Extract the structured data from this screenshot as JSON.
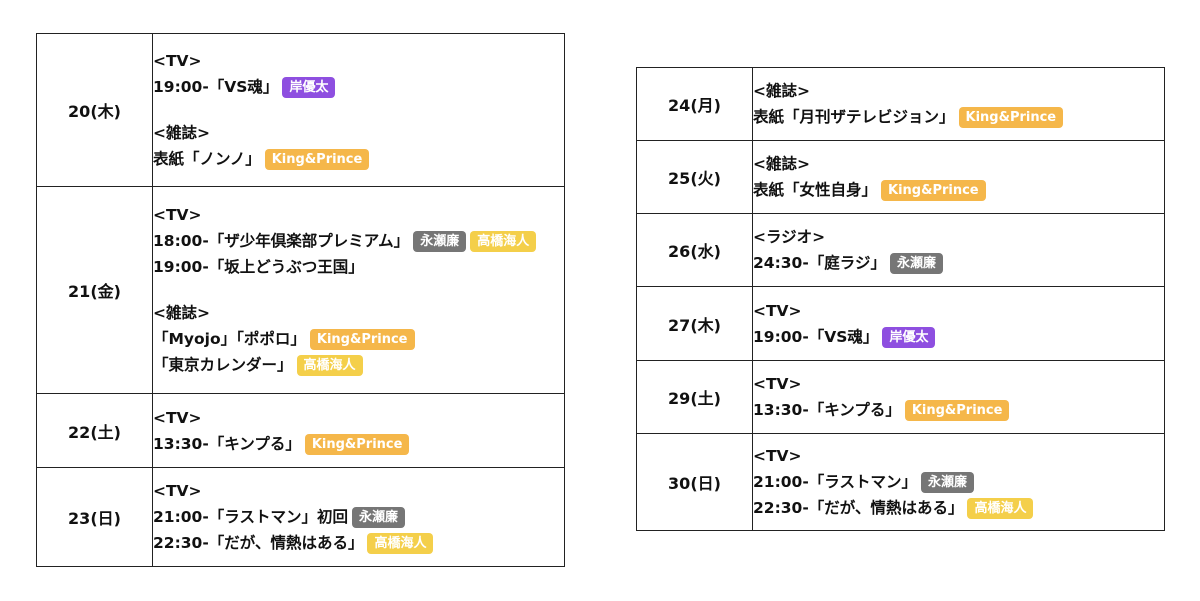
{
  "colors": {
    "King&Prince": "#f5b74a",
    "岸優太": "#8e4fe0",
    "永瀬廉": "#767676",
    "高橋海人": "#f4cf4a"
  },
  "left_table": [
    {
      "date": "20(木)",
      "lines": [
        {
          "text": "<TV>"
        },
        {
          "text": "19:00-「VS魂」",
          "badge": "岸優太"
        },
        {
          "gap": true
        },
        {
          "text": "<雑誌>"
        },
        {
          "text": "表紙「ノンノ」",
          "badge": "King&Prince"
        }
      ]
    },
    {
      "date": "21(金)",
      "lines": [
        {
          "text": "<TV>"
        },
        {
          "text": "18:00-「ザ少年倶楽部プレミアム」",
          "badge": "永瀬廉",
          "badge2": "高橋海人"
        },
        {
          "text": "19:00-「坂上どうぶつ王国」"
        },
        {
          "gap": true
        },
        {
          "text": "<雑誌>"
        },
        {
          "text": "「Myojo」「ポポロ」",
          "badge": "King&Prince"
        },
        {
          "text": "「東京カレンダー」",
          "badge": "高橋海人"
        }
      ]
    },
    {
      "date": "22(土)",
      "lines": [
        {
          "text": "<TV>"
        },
        {
          "text": "13:30-「キンプる」",
          "badge": "King&Prince"
        }
      ]
    },
    {
      "date": "23(日)",
      "lines": [
        {
          "text": "<TV>"
        },
        {
          "text": "21:00-「ラストマン」初回",
          "badge": "永瀬廉"
        },
        {
          "text": "22:30-「だが、情熱はある」",
          "badge": "高橋海人"
        }
      ]
    }
  ],
  "right_table": [
    {
      "date": "24(月)",
      "lines": [
        {
          "text": "<雑誌>"
        },
        {
          "text": "表紙「月刊ザテレビジョン」",
          "badge": "King&Prince"
        }
      ]
    },
    {
      "date": "25(火)",
      "lines": [
        {
          "text": "<雑誌>"
        },
        {
          "text": "表紙「女性自身」",
          "badge": "King&Prince"
        }
      ]
    },
    {
      "date": "26(水)",
      "lines": [
        {
          "text": "<ラジオ>"
        },
        {
          "text": "24:30-「庭ラジ」",
          "badge": "永瀬廉"
        }
      ]
    },
    {
      "date": "27(木)",
      "lines": [
        {
          "text": "<TV>"
        },
        {
          "text": "19:00-「VS魂」",
          "badge": "岸優太"
        }
      ]
    },
    {
      "date": "29(土)",
      "lines": [
        {
          "text": "<TV>"
        },
        {
          "text": "13:30-「キンプる」",
          "badge": "King&Prince"
        }
      ]
    },
    {
      "date": "30(日)",
      "lines": [
        {
          "text": "<TV>"
        },
        {
          "text": "21:00-「ラストマン」",
          "badge": "永瀬廉"
        },
        {
          "text": "22:30-「だが、情熱はある」",
          "badge": "高橋海人"
        }
      ]
    }
  ]
}
